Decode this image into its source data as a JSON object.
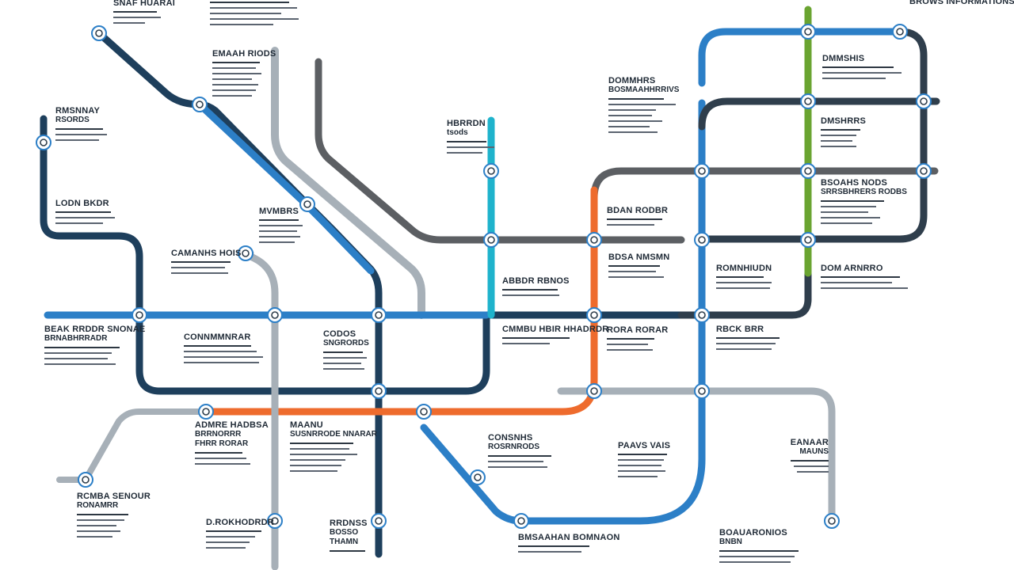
{
  "colors": {
    "navy": "#1e3f5c",
    "charcoal": "#2f3e4c",
    "blue": "#2c7fc7",
    "teal": "#1fb3cc",
    "green": "#6aa431",
    "orange": "#ee6b2d",
    "gray": "#a7b0b8",
    "darkgray": "#5c5f63",
    "station_stroke": "#2c7fc7",
    "text": "#1f2a36",
    "bars": "#5b6470"
  },
  "labels": [
    {
      "id": "top-left",
      "title": "SNAF HUARAI"
    },
    {
      "id": "top-center",
      "title": ""
    },
    {
      "id": "top-right",
      "title": "BROWS INFORMATIONS"
    },
    {
      "id": "emmah-rrods",
      "title": "EMAAH RIODS"
    },
    {
      "id": "rmsnnay",
      "title": "RMSNNAY",
      "subtitle": "RSORDS"
    },
    {
      "id": "hbrrdn",
      "title": "HBRRDN",
      "subtitle": "tsods"
    },
    {
      "id": "dommhrs",
      "title": "DOMMHRS",
      "subtitle": "BOSMAAHHRRIVS"
    },
    {
      "id": "dmms",
      "title": "DMMSHIS"
    },
    {
      "id": "dmsb",
      "title": "DMSHRRS"
    },
    {
      "id": "lodn-bkdr",
      "title": "LODN BKDR"
    },
    {
      "id": "mvmbrs",
      "title": "MVMBRS"
    },
    {
      "id": "bsoa-nodbs",
      "title": "BSOAHS NODS",
      "subtitle": "SRRSBHRERS RODBS"
    },
    {
      "id": "bdanrodbr",
      "title": "BDAN RODBR"
    },
    {
      "id": "camanhs",
      "title": "CAMANHS HOIS"
    },
    {
      "id": "bdsa-nmsm",
      "title": "BDSA NMSMN"
    },
    {
      "id": "romnhiudn",
      "title": "ROMNHIUDN"
    },
    {
      "id": "dom-arnrro",
      "title": "DOM ARNRRO"
    },
    {
      "id": "abbdr",
      "title": "ABBDR RBNOS"
    },
    {
      "id": "beak",
      "title": "BEAK RRDDR SNONAE",
      "subtitle": "BRNABHRRADR"
    },
    {
      "id": "connmnrar",
      "title": "CONNMMNRAR"
    },
    {
      "id": "codos",
      "title": "CODOS",
      "subtitle": "SNGRORDS"
    },
    {
      "id": "cmmbu",
      "title": "CMMBU HBIR HHADRDR"
    },
    {
      "id": "rora",
      "title": "RORA RORAR"
    },
    {
      "id": "rbckb",
      "title": "RBCK BRR"
    },
    {
      "id": "adm-noda",
      "title": "ADMRE HADBSA",
      "subtitle": "BRRNORRR",
      "subtitle2": "FHRR RORAR"
    },
    {
      "id": "maanu",
      "title": "MAANU",
      "subtitle": "SUSNRRODE NNARAR"
    },
    {
      "id": "consnhs",
      "title": "CONSNHS",
      "subtitle": "ROSRNRODS"
    },
    {
      "id": "eavs",
      "title": "PAAVS VAIS"
    },
    {
      "id": "eanaar",
      "title": "EANAAR",
      "subtitle": "MAUNS"
    },
    {
      "id": "rcmb",
      "title": "RCMBA SENOUR",
      "subtitle": "RONAMRR"
    },
    {
      "id": "drokhods",
      "title": "D.ROKHODRDR"
    },
    {
      "id": "rsdns",
      "title": "RRDNSS",
      "subtitle": "BOSSO",
      "subtitle2": "THAMN"
    },
    {
      "id": "bmsaa",
      "title": "BMSAAHAN BOMNAON"
    },
    {
      "id": "boauarem",
      "title": "BOAUARONIOS",
      "subtitle": "BNBN"
    }
  ]
}
